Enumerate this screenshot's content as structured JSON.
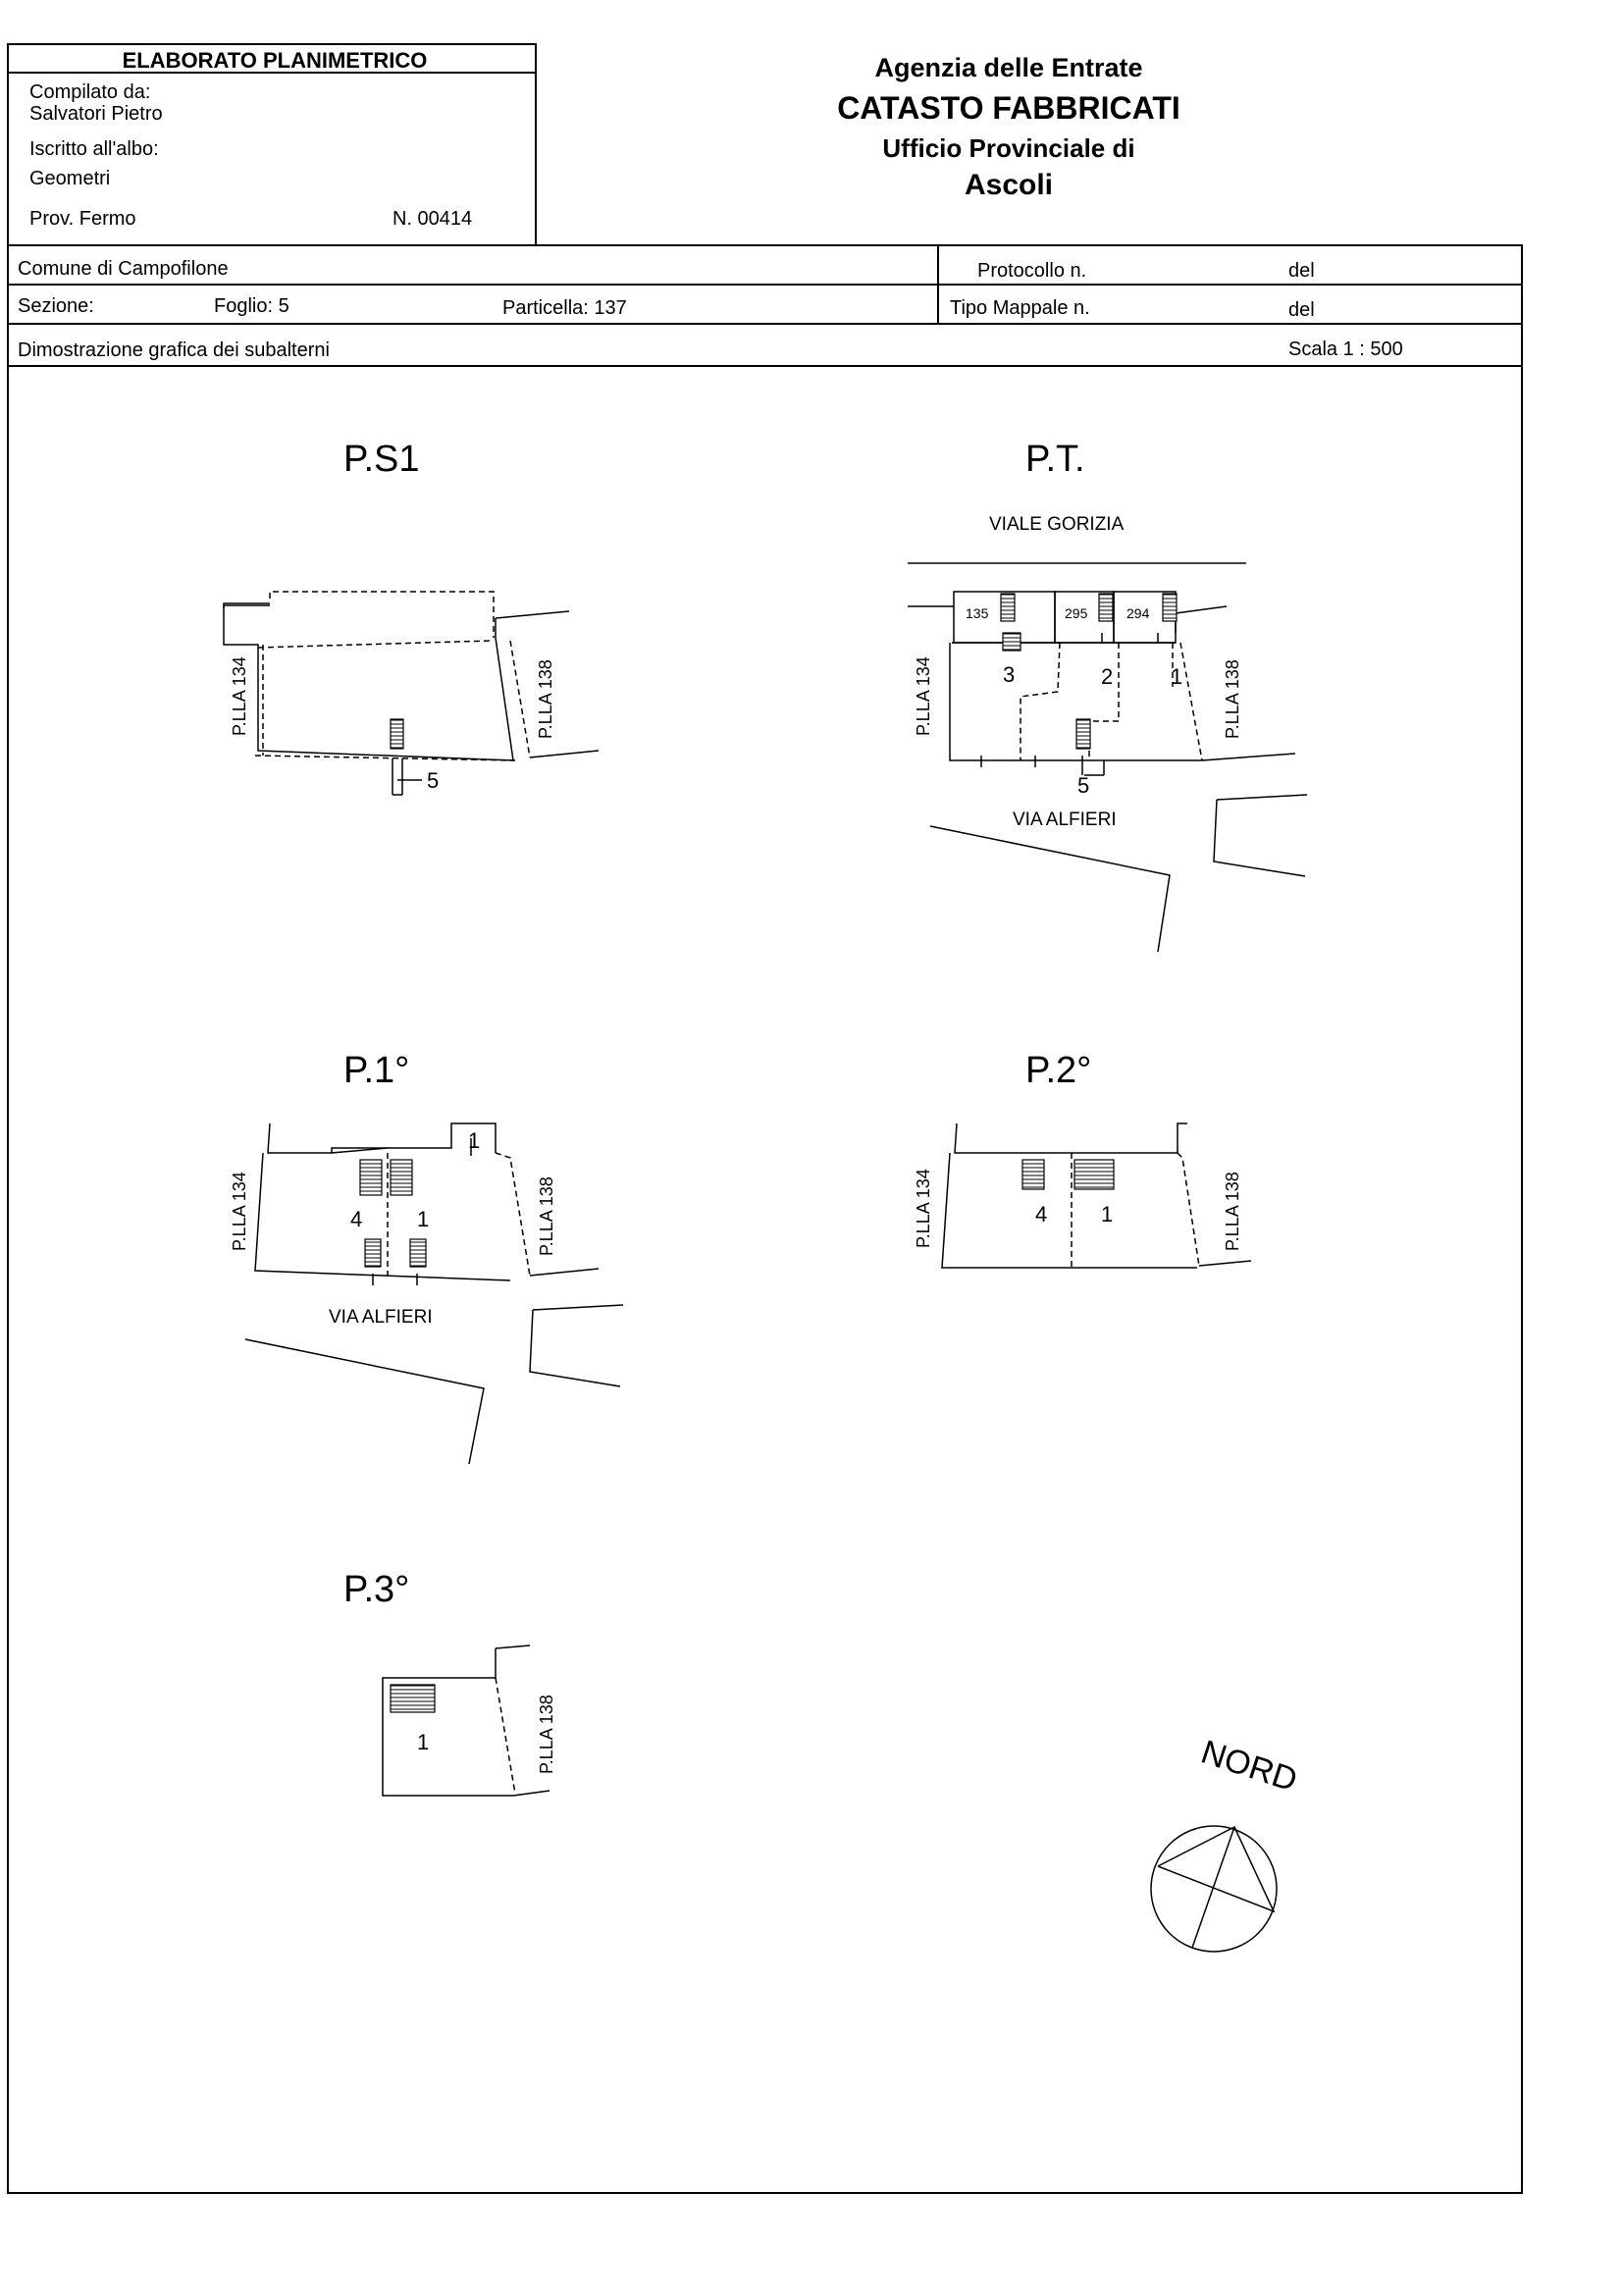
{
  "header": {
    "box_title": "ELABORATO PLANIMETRICO",
    "compiled_label": "Compilato da:",
    "compiled_name": "Salvatori Pietro",
    "registered_label": "Iscritto all'albo:",
    "registered_value": "Geometri",
    "province": "Prov. Fermo",
    "number": "N. 00414",
    "agency": "Agenzia delle Entrate",
    "registry": "CATASTO FABBRICATI",
    "office": "Ufficio Provinciale di",
    "office_city": "Ascoli"
  },
  "info": {
    "comune": "Comune di Campofilone",
    "sezione": "Sezione:",
    "foglio": "Foglio: 5",
    "particella": "Particella: 137",
    "protocollo": "Protocollo n.",
    "del1": "del",
    "tipo_mappale": "Tipo Mappale n.",
    "del2": "del",
    "dimostrazione": "Dimostrazione grafica dei subalterni",
    "scala": "Scala 1 : 500"
  },
  "plans": {
    "ps1": {
      "title": "P.S1",
      "left_label": "P.LLA 134",
      "right_label": "P.LLA 138",
      "sub5": "5"
    },
    "pt": {
      "title": "P.T.",
      "street_top": "VIALE GORIZIA",
      "street_bottom": "VIA ALFIERI",
      "left_label": "P.LLA 134",
      "right_label": "P.LLA 138",
      "parcel_a": "135",
      "parcel_b": "295",
      "parcel_c": "294",
      "sub3": "3",
      "sub2": "2",
      "sub1": "1",
      "sub5": "5"
    },
    "p1": {
      "title": "P.1°",
      "street": "VIA ALFIERI",
      "left_label": "P.LLA 134",
      "right_label": "P.LLA 138",
      "sub1_top": "1",
      "sub4": "4",
      "sub1": "1"
    },
    "p2": {
      "title": "P.2°",
      "left_label": "P.LLA 134",
      "right_label": "P.LLA 138",
      "sub4": "4",
      "sub1": "1"
    },
    "p3": {
      "title": "P.3°",
      "right_label": "P.LLA 138",
      "sub1": "1"
    }
  },
  "compass": {
    "label": "NORD"
  }
}
